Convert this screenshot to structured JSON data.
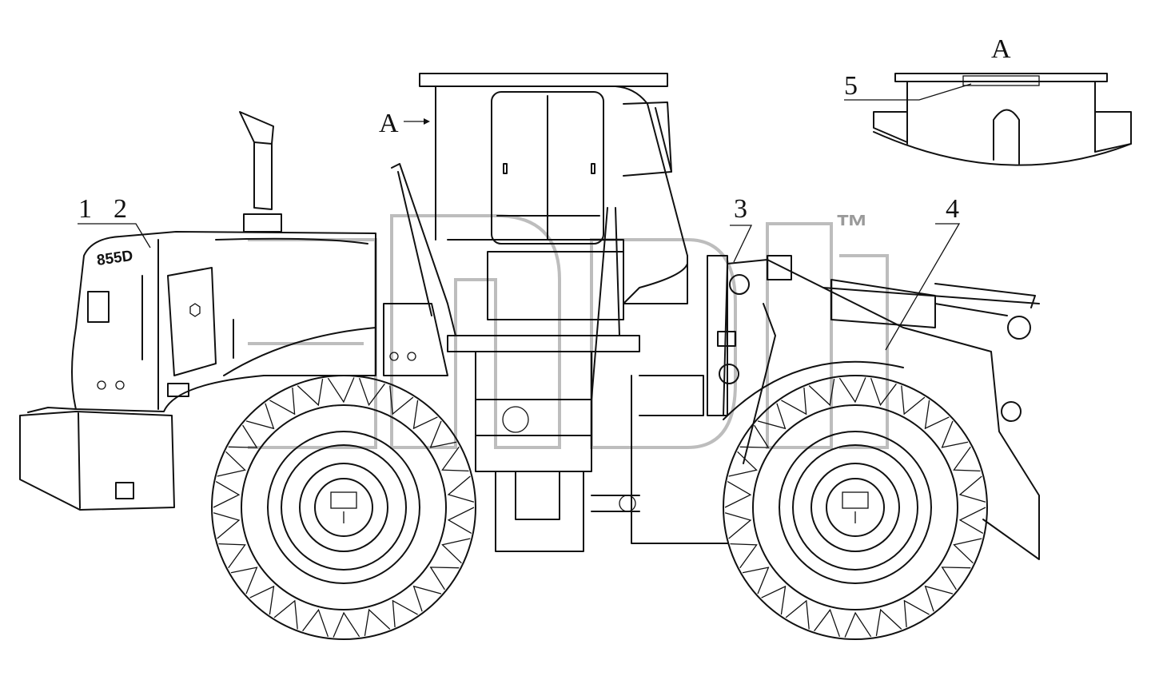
{
  "labels": {
    "callout_1": "1",
    "callout_2": "2",
    "callout_3": "3",
    "callout_4": "4",
    "callout_5": "5",
    "view_a_arrow": "A",
    "view_a_title": "A"
  },
  "hood_model": "855D",
  "watermark": {
    "tm": "™"
  }
}
